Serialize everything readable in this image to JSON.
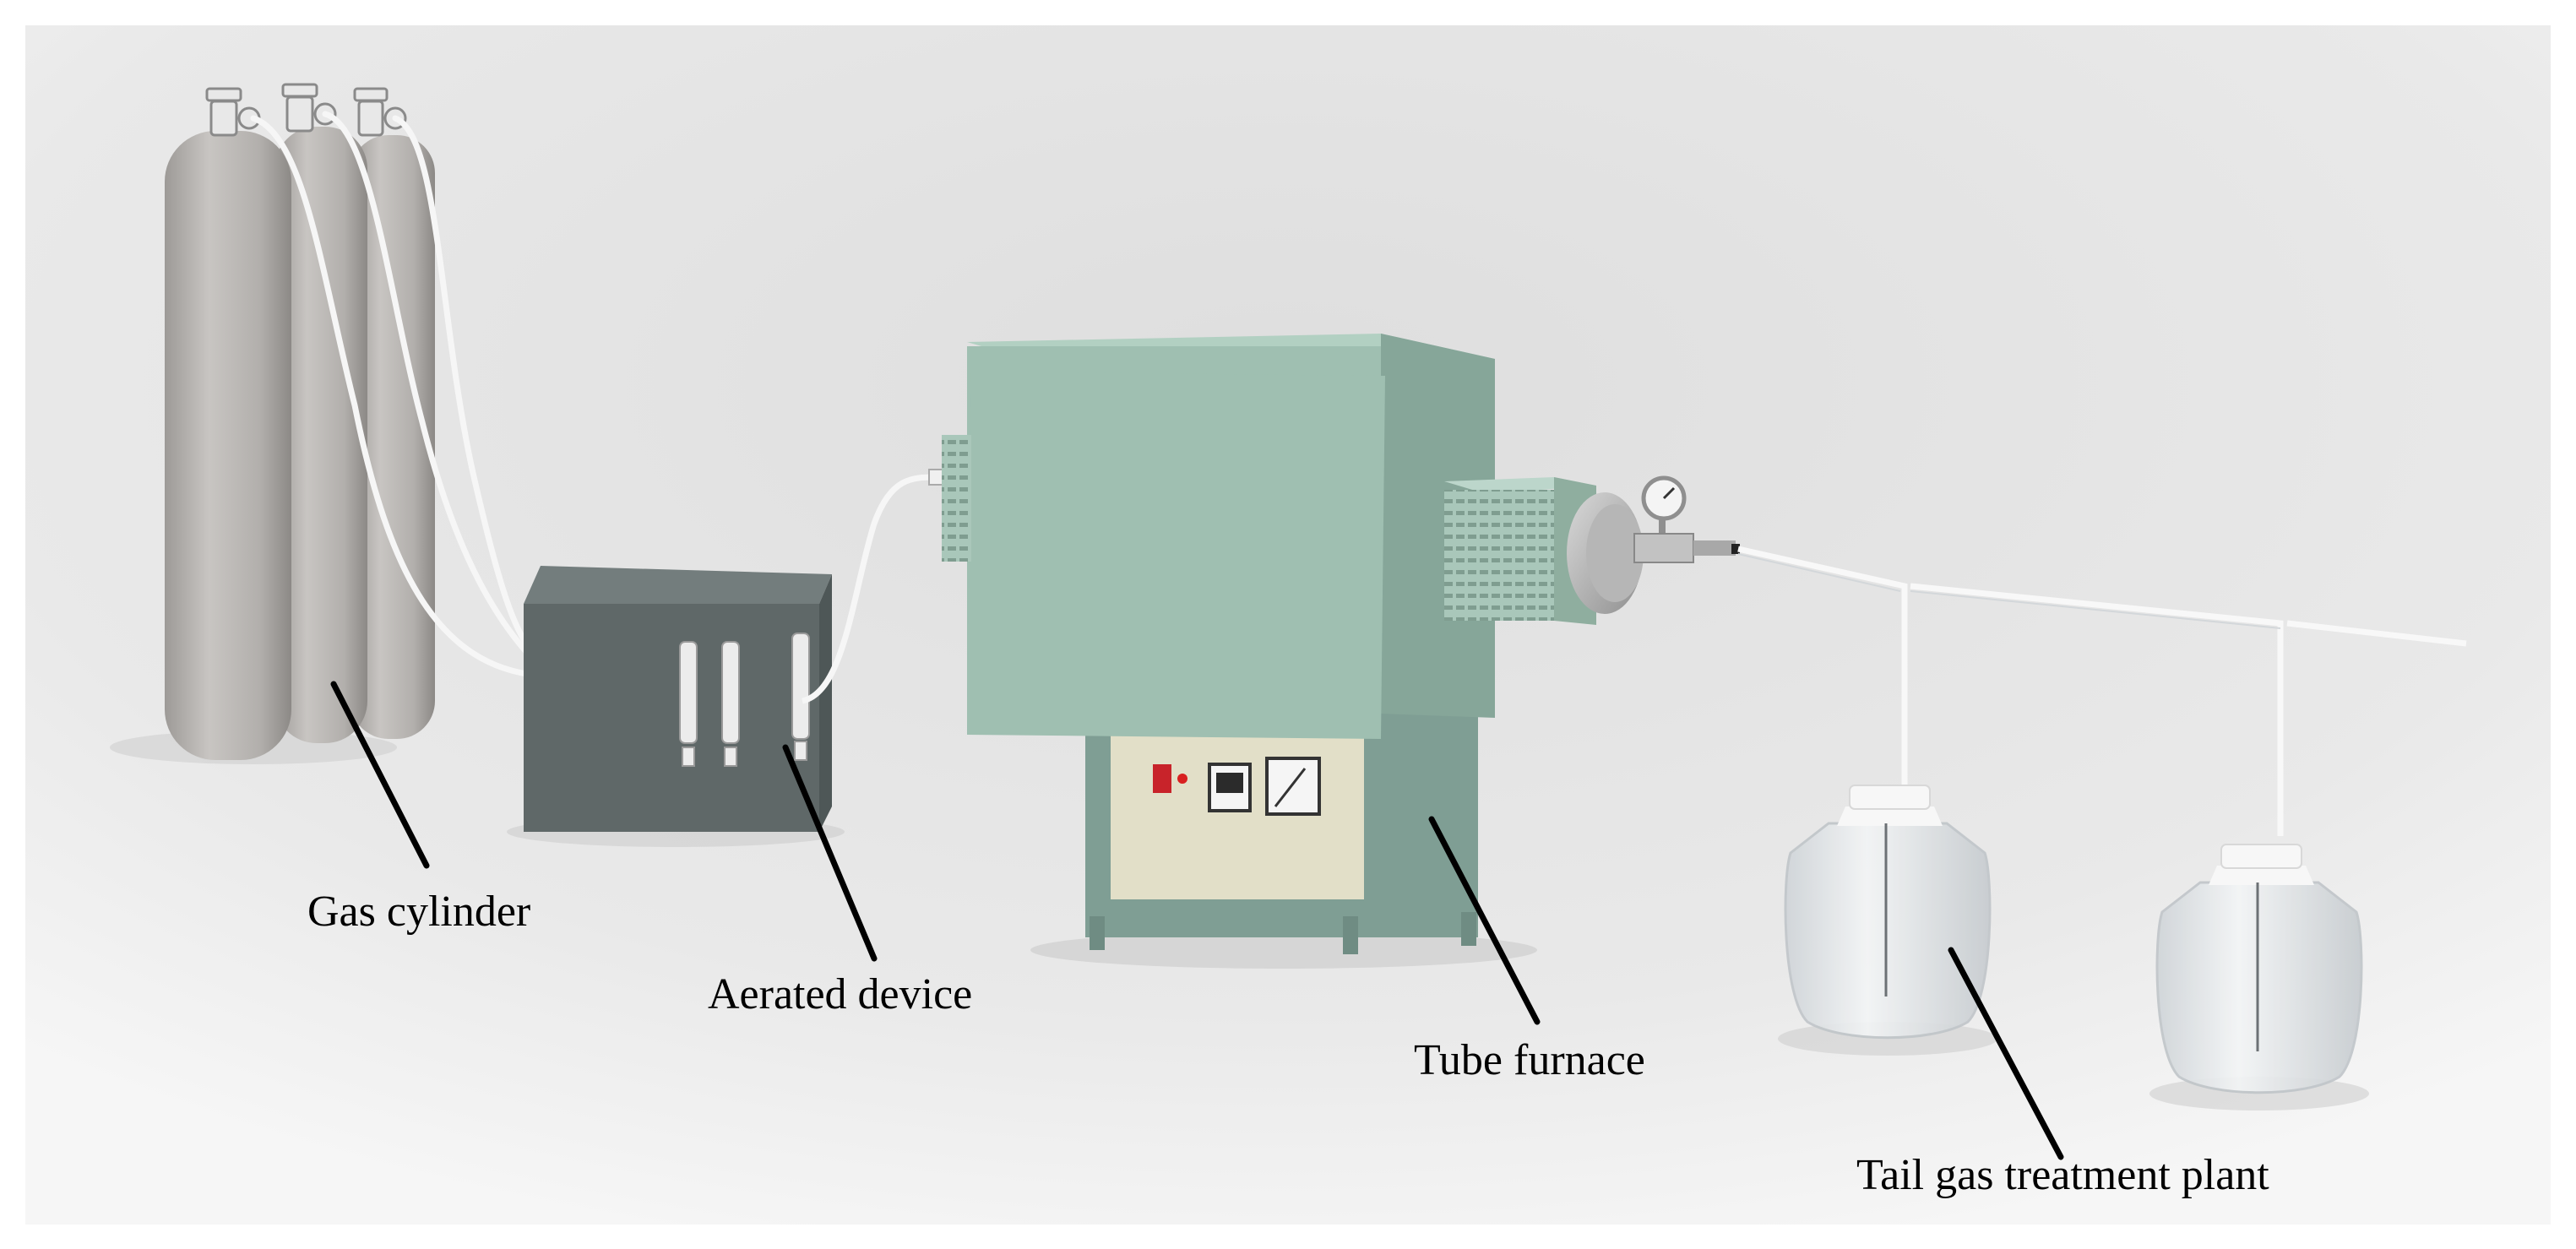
{
  "labels": {
    "gas_cylinder": "Gas cylinder",
    "aerated_device": "Aerated device",
    "tube_furnace": "Tube furnace",
    "tail_gas": "Tail gas treatment plant"
  },
  "colors": {
    "cylinder": "#b9b6b3",
    "aerator_box": "#5f6868",
    "furnace_body": "#9fbfb1",
    "control_panel": "#e2dfc8",
    "bottle": "#e4e7ea",
    "leader_line": "#000000"
  }
}
